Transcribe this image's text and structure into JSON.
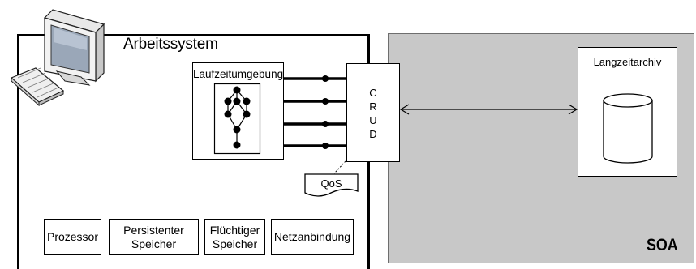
{
  "arbeitssystem": {
    "title": "Arbeitssystem"
  },
  "laufzeitumgebung": {
    "label": "Laufzeitumgebung"
  },
  "crud": {
    "letters": [
      "C",
      "R",
      "U",
      "D"
    ]
  },
  "qos": {
    "label": "QoS"
  },
  "archive": {
    "label": "Langzeitarchiv"
  },
  "soa": {
    "label": "SOA"
  },
  "hardware": {
    "items": [
      {
        "line1": "Prozessor",
        "line2": ""
      },
      {
        "line1": "Persistenter",
        "line2": "Speicher"
      },
      {
        "line1": "Flüchtiger",
        "line2": "Speicher"
      },
      {
        "line1": "Netzanbindung",
        "line2": ""
      }
    ]
  },
  "icons": {
    "computer": "computer-icon",
    "tree": "process-tree-icon",
    "database": "database-cylinder-icon"
  }
}
